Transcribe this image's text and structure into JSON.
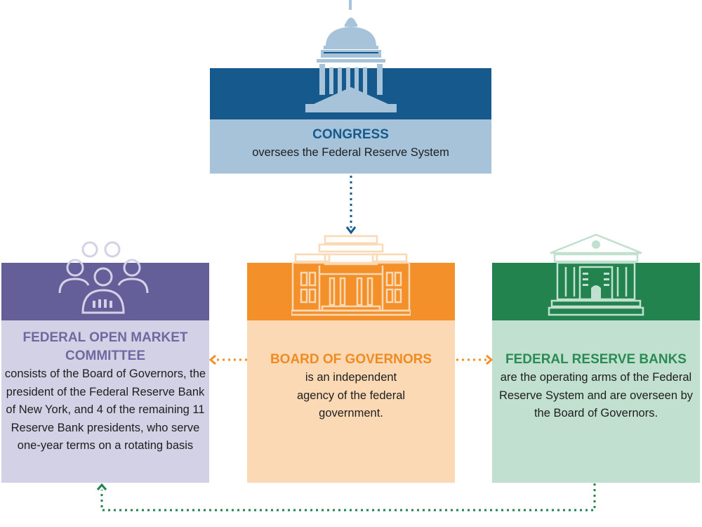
{
  "congress": {
    "title": "CONGRESS",
    "description": "oversees the Federal Reserve System",
    "header_color": "#165a8d",
    "body_color": "#a7c3da",
    "title_color": "#165a8d",
    "icon": "capitol-icon"
  },
  "fomc": {
    "title": "FEDERAL OPEN MARKET COMMITTEE",
    "description": "consists of the Board of Governors, the president of the Federal Reserve Bank of New York, and 4 of the remaining 11 Reserve Bank presidents, who serve one-year terms on a rotating basis",
    "header_color": "#645e99",
    "body_color": "#d3d1e6",
    "title_color": "#6e6aa1",
    "icon": "people-group-icon"
  },
  "board": {
    "title": "BOARD OF GOVERNORS",
    "description": "is an independent agency of the federal government.",
    "header_color": "#f4902a",
    "body_color": "#fbd9b5",
    "title_color": "#f08b22",
    "icon": "federal-building-icon"
  },
  "banks": {
    "title": "FEDERAL RESERVE BANKS",
    "description": "are the operating arms of the Federal Reserve System and are overseen by the Board of Governors.",
    "header_color": "#23834f",
    "body_color": "#c1e0cf",
    "title_color": "#2a8b55",
    "icon": "bank-building-icon"
  },
  "connectors": [
    {
      "from": "congress",
      "to": "board",
      "color": "#165a8d"
    },
    {
      "from": "board",
      "to": "fomc",
      "color": "#f4902a"
    },
    {
      "from": "board",
      "to": "banks",
      "color": "#f4902a"
    },
    {
      "from": "banks",
      "to": "fomc",
      "color": "#23834f"
    }
  ]
}
